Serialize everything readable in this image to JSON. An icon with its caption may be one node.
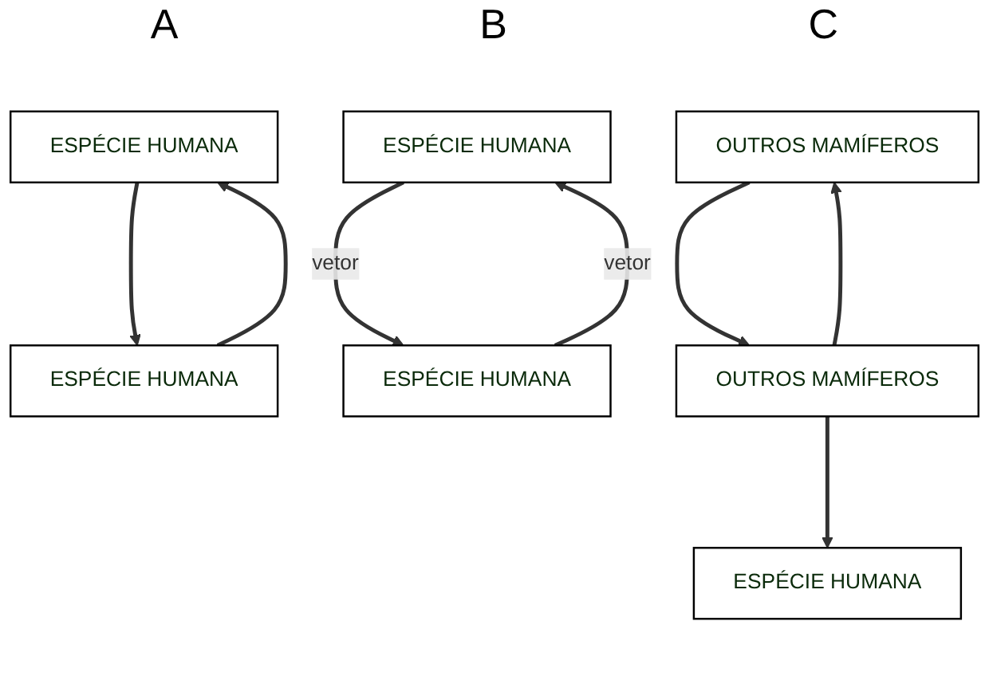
{
  "diagram": {
    "nodes": [
      {
        "text": [
          "ESPÉCIE HUMANA"
        ]
      },
      {
        "text": [
          "ESPÉCIE HUMANA"
        ]
      },
      {
        "text": [
          "ESPÉCIE HUMANA"
        ]
      },
      {
        "text": [
          "ESPÉCIE HUMANA"
        ]
      },
      {
        "text": [
          "OUTROS MAMÍFEROS"
        ]
      },
      {
        "text": [
          "OUTROS MAMÍFEROS"
        ]
      },
      {
        "text": [
          "ESPÉCIE HUMANA"
        ]
      }
    ],
    "edges": [
      {
        "from": 0,
        "to": 1,
        "arrow": "to"
      },
      {
        "from": 1,
        "to": 0,
        "arrow": "to"
      },
      {
        "from": 2,
        "to": 3,
        "arrow": "to",
        "label": "vetor"
      },
      {
        "from": 3,
        "to": 2,
        "arrow": "to",
        "label": "vetor"
      },
      {
        "from": 4,
        "to": 5,
        "arrow": "to"
      },
      {
        "from": 5,
        "to": 4,
        "arrow": "to"
      },
      {
        "from": 5,
        "to": 6,
        "arrow": "to"
      }
    ],
    "labels": [
      "A",
      "B",
      "C"
    ]
  }
}
